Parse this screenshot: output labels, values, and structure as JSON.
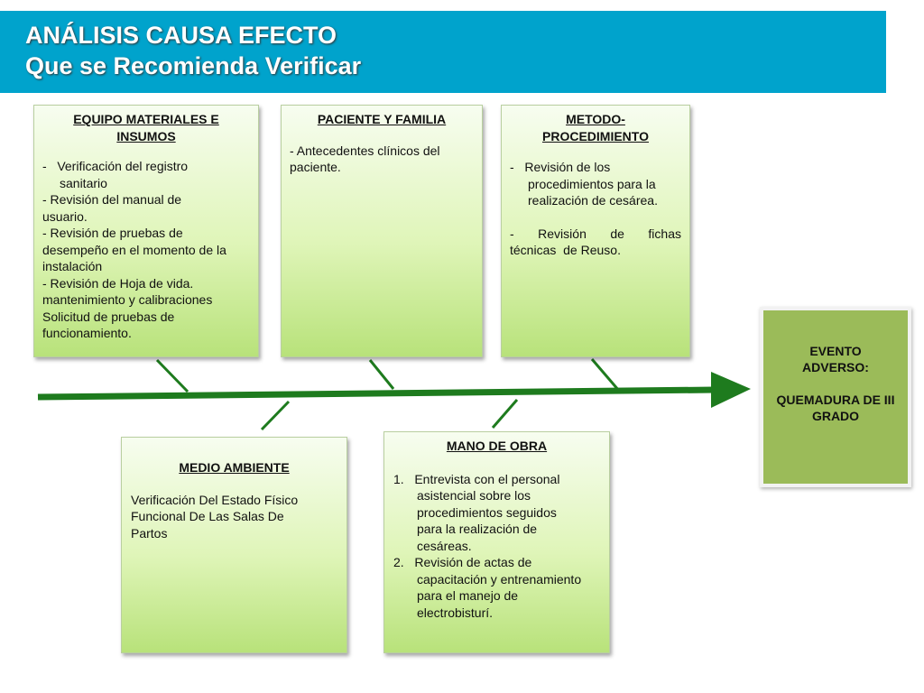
{
  "header": {
    "title_line1": "ANÁLISIS CAUSA EFECTO",
    "title_line2": "Que se Recomienda Verificar"
  },
  "boxes": {
    "equipo": {
      "title_line1": "EQUIPO MATERIALES E",
      "title_line2": "INSUMOS",
      "lines": [
        "-   Verificación del registro",
        "sanitario",
        "- Revisión del manual de",
        "usuario.",
        "- Revisión de pruebas de",
        "desempeño en el momento de la",
        "instalación",
        "- Revisión de Hoja de vida.",
        "mantenimiento y calibraciones",
        "Solicitud de pruebas de",
        "funcionamiento."
      ]
    },
    "paciente": {
      "title": "PACIENTE Y FAMILIA",
      "lines": [
        "- Antecedentes clínicos del",
        "paciente."
      ]
    },
    "metodo": {
      "title_line1": "METODO-",
      "title_line2": "PROCEDIMIENTO",
      "lines": [
        "-   Revisión de los",
        "procedimientos para la",
        "realización de cesárea.",
        "-   Revisión   de   fichas",
        "técnicas  de Reuso."
      ]
    },
    "medio": {
      "title": "MEDIO AMBIENTE",
      "lines": [
        "Verificación Del Estado Físico",
        "Funcional De Las Salas De",
        "Partos"
      ]
    },
    "mano": {
      "title": "MANO DE OBRA",
      "lines": [
        "1.   Entrevista con el personal",
        "asistencial sobre los",
        "procedimientos seguidos",
        "para la realización de",
        "cesáreas.",
        "2.   Revisión de actas de",
        "capacitación y entrenamiento",
        "para el manejo de",
        "electrobisturí."
      ]
    }
  },
  "event": {
    "line1": "EVENTO",
    "line2": "ADVERSO:",
    "line3": "QUEMADURA DE III",
    "line4": "GRADO"
  },
  "colors": {
    "header_bg": "#00a3cc",
    "spine": "#1e7b1e",
    "event_bg": "#9bbb59"
  }
}
